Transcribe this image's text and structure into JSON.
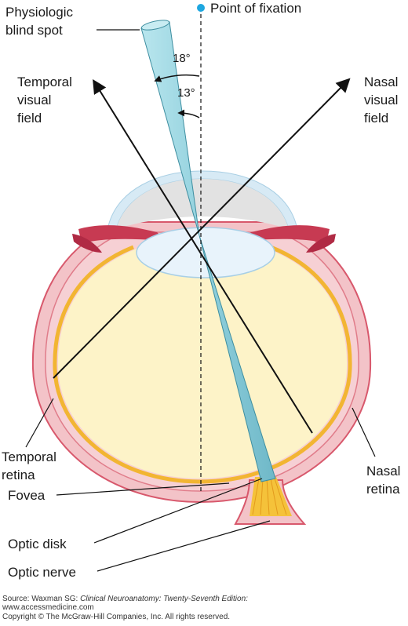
{
  "labels": {
    "fixation": "Point of fixation",
    "blind_spot_1": "Physiologic",
    "blind_spot_2": "blind spot",
    "temporal_field_1": "Temporal",
    "temporal_field_2": "visual",
    "temporal_field_3": "field",
    "nasal_field_1": "Nasal",
    "nasal_field_2": "visual",
    "nasal_field_3": "field",
    "angle_18": "18°",
    "angle_13": "13°",
    "temporal_retina_1": "Temporal",
    "temporal_retina_2": "retina",
    "nasal_retina_1": "Nasal",
    "nasal_retina_2": "retina",
    "fovea": "Fovea",
    "optic_disk": "Optic disk",
    "optic_nerve": "Optic nerve"
  },
  "source": {
    "prefix": "Source: Waxman SG: ",
    "title": "Clinical Neuroanatomy: Twenty-Seventh Edition:",
    "url": "www.accessmedicine.com",
    "copyright": "Copyright © The McGraw-Hill Companies, Inc. All rights reserved."
  },
  "colors": {
    "fixation_dot": "#1ea7e0",
    "vitreous": "#fdf3c8",
    "sclera": "#e8a2ac",
    "retina": "#f5c23a",
    "cornea": "#dcecf6",
    "anterior_chamber": "#e3e3e3",
    "lens": "#e9f4fb",
    "beam": "#9fd8e2",
    "iris": "#c73a52"
  }
}
